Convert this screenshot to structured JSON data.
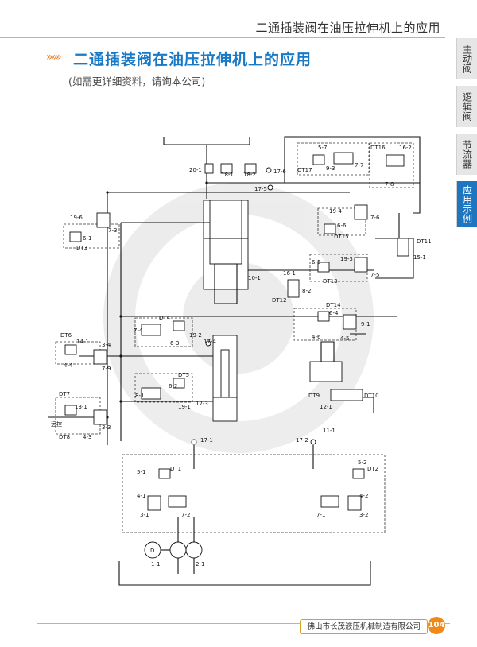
{
  "header": {
    "section_title": "二通插装阀在油压拉伸机上的应用"
  },
  "main_title": "二通插装阀在油压拉伸机上的应用",
  "subtitle": "(如需更详细资料，请询本公司)",
  "side_tabs": [
    {
      "label": "主动阀",
      "active": false
    },
    {
      "label": "逻辑阀",
      "active": false
    },
    {
      "label": "节流器",
      "active": false
    },
    {
      "label": "应用示例",
      "active": true
    }
  ],
  "footer": {
    "company": "佛山市长茂液压机械制造有限公司",
    "page": "104"
  },
  "colors": {
    "accent": "#1f76c0",
    "title": "#1879c6",
    "orange": "#ef8a16"
  },
  "diagram": {
    "labels": {
      "v20_1": "20-1",
      "v18_1": "18-1",
      "v18_2": "18-2",
      "v17_6": "17-6",
      "v17_5": "17-5",
      "v5_7": "5-7",
      "dt17": "DT17",
      "v7_7": "7-7",
      "v9_3": "9-3",
      "dt16": "DT16",
      "v16_2": "16-2",
      "v7_8": "7-8",
      "v19_6": "19-6",
      "v6_1": "6-1",
      "dt3": "DT3",
      "v7_3": "7-3",
      "v19_4": "19-4",
      "v6_6": "6-6",
      "dt15": "DT15",
      "v7_6": "7-6",
      "dt11": "DT11",
      "v15_1": "15-1",
      "v6_5": "6-5",
      "v19_3": "19-3",
      "v7_5": "7-5",
      "dt13": "DT13",
      "v10_1": "10-1",
      "v16_1": "16-1",
      "v8_2": "8-2",
      "dt12": "DT12",
      "dt14": "DT14",
      "v6_4": "6-4",
      "v4_6": "4-6",
      "v4_5": "4-5",
      "v9_1": "9-1",
      "dt4": "DT4",
      "v7_4": "7-4",
      "v19_2": "19-2",
      "v6_3": "6-3",
      "v17_4": "17-4",
      "dt6": "DT6",
      "v14_1": "14-1",
      "v3_4": "3-4",
      "v4_4": "4-4",
      "v7_9": "7-9",
      "dt5": "DT5",
      "v6_2": "6-2",
      "v8_1": "8-1",
      "v19_1": "19-1",
      "v17_3": "17-3",
      "dt9": "DT9",
      "dt10": "DT10",
      "v12_1": "12-1",
      "v11_1": "11-1",
      "dt7": "DT7",
      "v13_1": "13-1",
      "yuankong": "远控",
      "dt8": "DT8",
      "v4_3": "4-3",
      "v3_3": "3-3",
      "v17_1": "17-1",
      "v17_2": "17-2",
      "v5_1": "5-1",
      "dt1": "DT1",
      "v4_1": "4-1",
      "v3_1": "3-1",
      "v7_2": "7-2",
      "v5_2": "5-2",
      "dt2": "DT2",
      "v4_2": "4-2",
      "v3_2": "3-2",
      "v7_1": "7-1",
      "motor": "D",
      "v1_1": "1-1",
      "v2_1": "2-1"
    }
  }
}
